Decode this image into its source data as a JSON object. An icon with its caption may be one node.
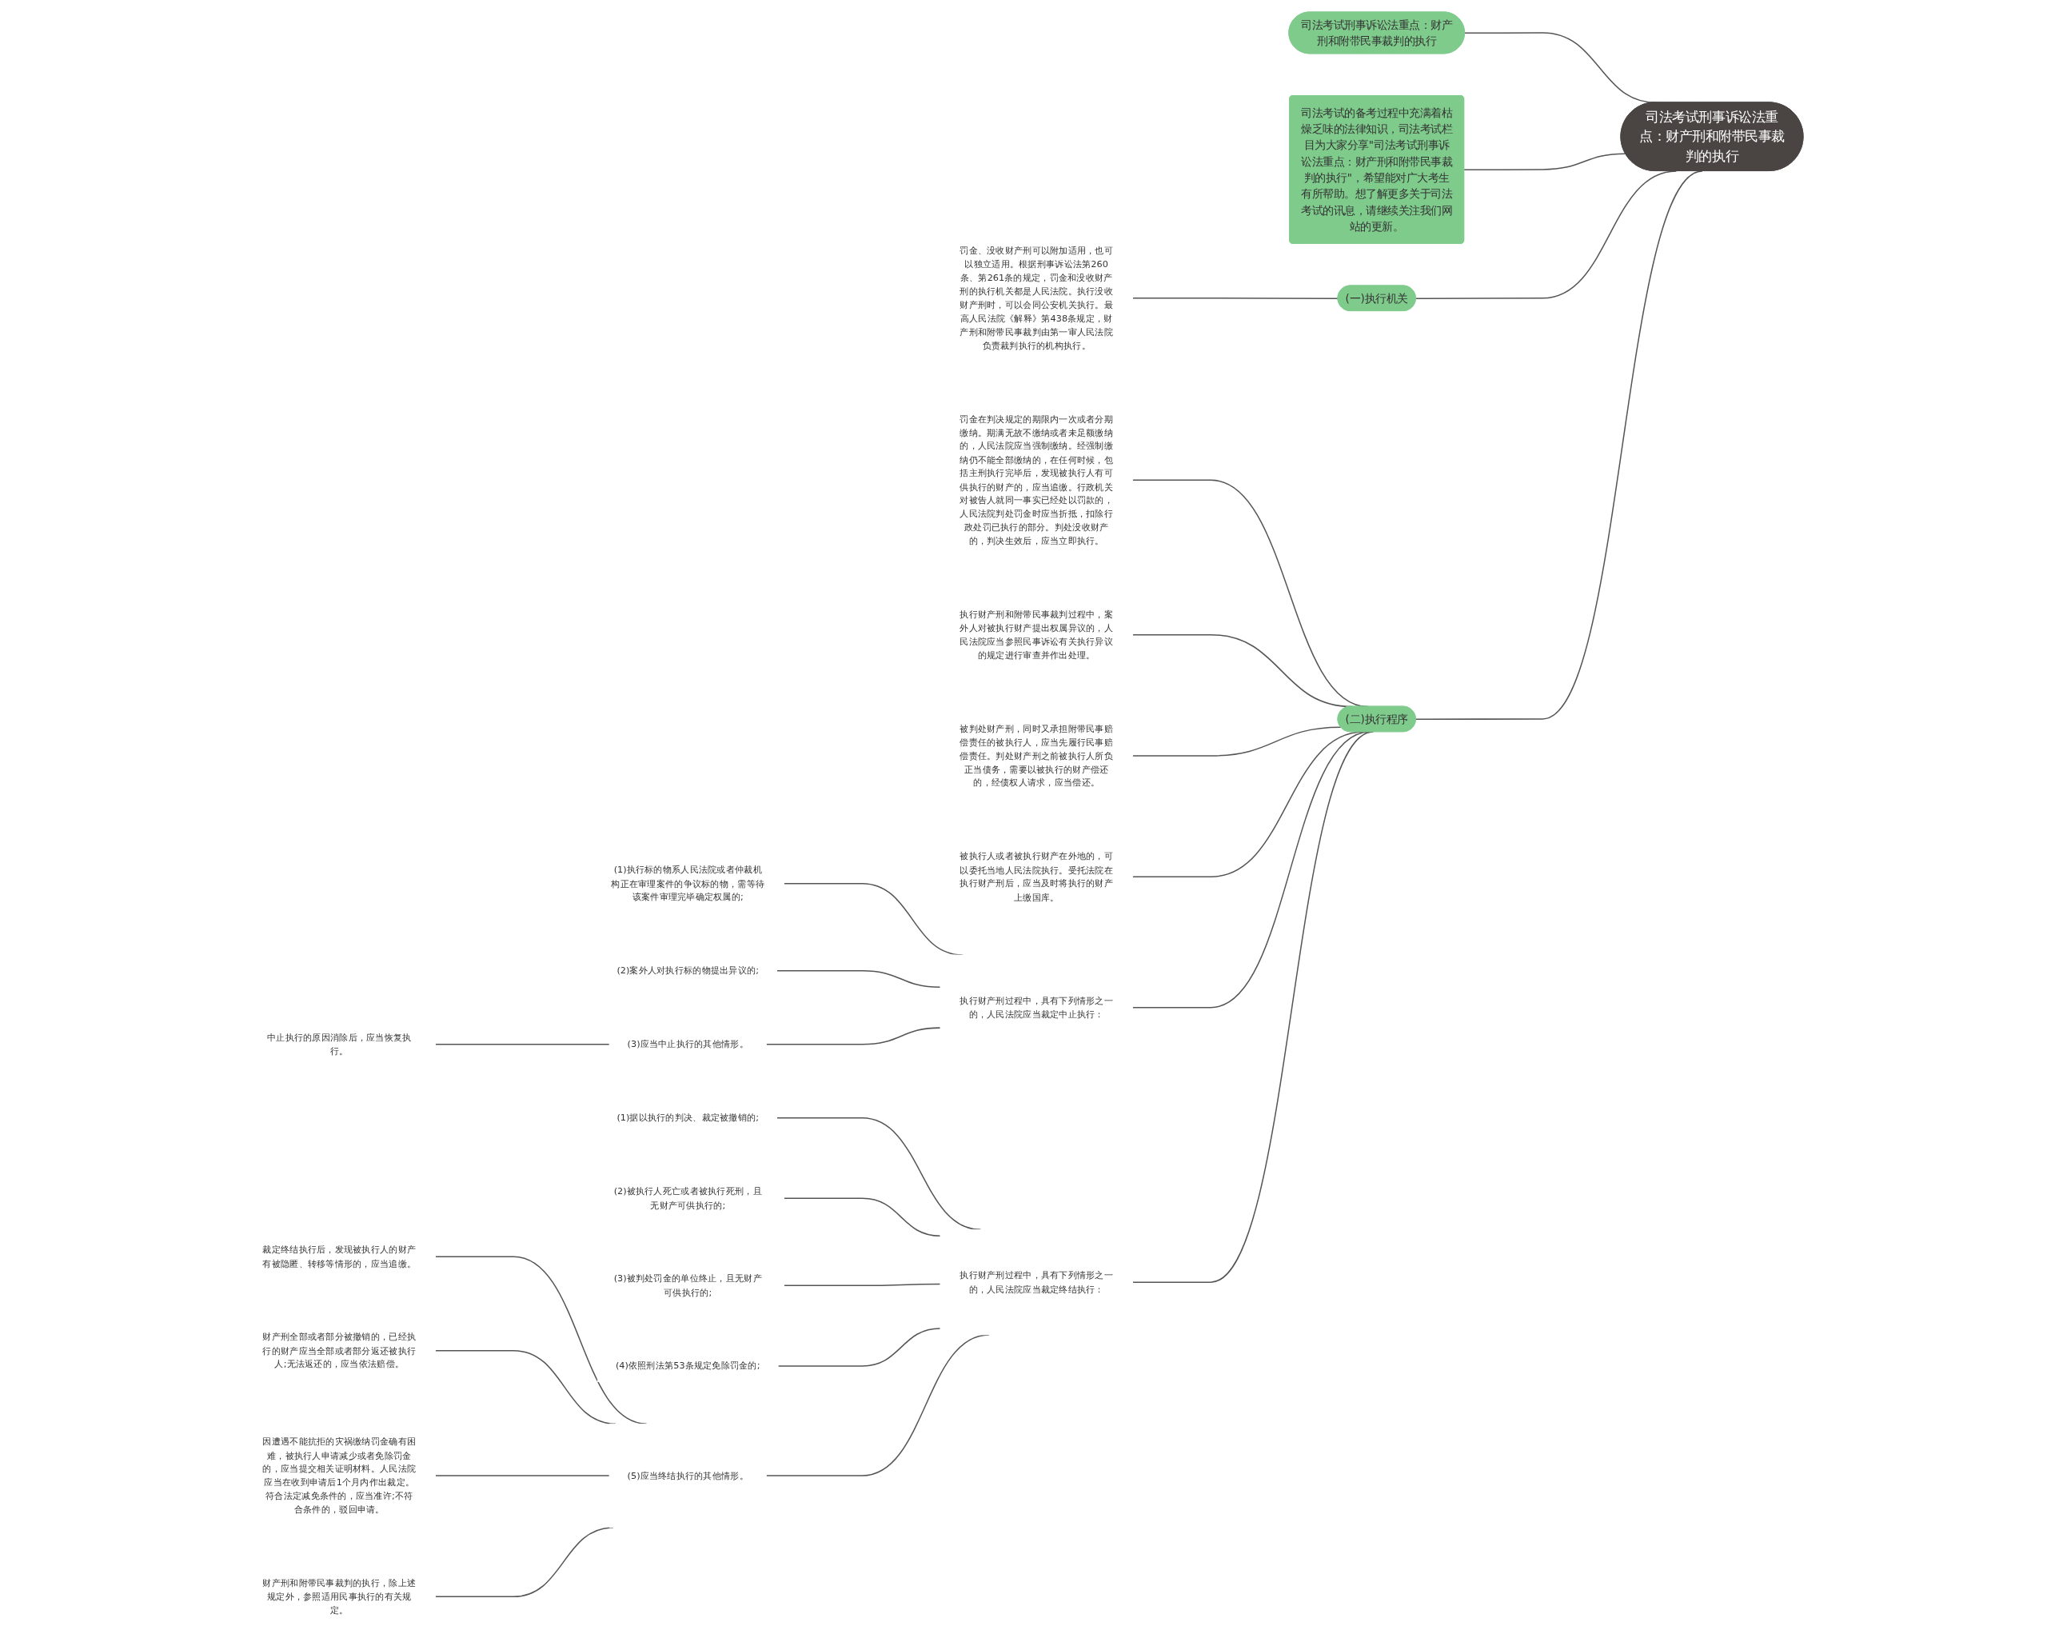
{
  "diagram": {
    "nodes": [
      {
        "text": [
          "司法考试刑事诉讼法重点：财产刑和附带民事裁判的执行"
        ]
      },
      {
        "text": [
          "司法考试刑事诉讼法重点：财产刑和附带民事裁判的执行"
        ]
      },
      {
        "text": [
          "司法考试的备考过程中充满着枯燥乏味的法律知识，司法考试栏目为大家分享\"司法考试刑事诉讼法重点：财产刑和附带民事裁判的执行\"，希望能对广大考生有所帮助。想了解更多关于司法考试的讯息，请继续关注我们网站的更新。"
        ]
      },
      {
        "text": [
          "(一)执行机关"
        ]
      },
      {
        "text": [
          "罚金、没收财产刑可以附加适用，也可以独立适用。根据刑事诉讼法第260条、第261条的规定，罚金和没收财产刑的执行机关都是人民法院。执行没收财产刑时，可以会同公安机关执行。最高人民法院《解释》第438条规定，财产刑和附带民事裁判由第一审人民法院负责裁判执行的机构执行。"
        ]
      },
      {
        "text": [
          "(二)执行程序"
        ]
      },
      {
        "text": [
          "罚金在判决规定的期限内一次或者分期缴纳。期满无故不缴纳或者未足额缴纳的，人民法院应当强制缴纳。经强制缴纳仍不能全部缴纳的，在任何时候，包括主刑执行完毕后，发现被执行人有可供执行的财产的，应当追缴。行政机关对被告人就同一事实已经处以罚款的，人民法院判处罚金时应当折抵，扣除行政处罚已执行的部分。判处没收财产的，判决生效后，应当立即执行。"
        ]
      },
      {
        "text": [
          "执行财产刑和附带民事裁判过程中，案外人对被执行财产提出权属异议的，人民法院应当参照民事诉讼有关执行异议的规定进行审查并作出处理。"
        ]
      },
      {
        "text": [
          "被判处财产刑，同时又承担附带民事赔偿责任的被执行人，应当先履行民事赔偿责任。判处财产刑之前被执行人所负正当债务，需要以被执行的财产偿还的，经债权人请求，应当偿还。"
        ]
      },
      {
        "text": [
          "被执行人或者被执行财产在外地的，可以委托当地人民法院执行。受托法院在执行财产刑后，应当及时将执行的财产上缴国库。"
        ]
      },
      {
        "text": [
          "执行财产刑过程中，具有下列情形之一的，人民法院应当裁定中止执行："
        ]
      },
      {
        "text": [
          "(1)执行标的物系人民法院或者仲裁机构正在审理案件的争议标的物，需等待该案件审理完毕确定权属的;"
        ]
      },
      {
        "text": [
          "(2)案外人对执行标的物提出异议的;"
        ]
      },
      {
        "text": [
          "(3)应当中止执行的其他情形。"
        ]
      },
      {
        "text": [
          "中止执行的原因消除后，应当恢复执行。"
        ]
      },
      {
        "text": [
          "执行财产刑过程中，具有下列情形之一的，人民法院应当裁定终结执行："
        ]
      },
      {
        "text": [
          "(1)据以执行的判决、裁定被撤销的;"
        ]
      },
      {
        "text": [
          "(2)被执行人死亡或者被执行死刑，且无财产可供执行的;"
        ]
      },
      {
        "text": [
          "(3)被判处罚金的单位终止，且无财产可供执行的;"
        ]
      },
      {
        "text": [
          "(4)依照刑法第53条规定免除罚金的;"
        ]
      },
      {
        "text": [
          "(5)应当终结执行的其他情形。"
        ]
      },
      {
        "text": [
          "裁定终结执行后，发现被执行人的财产有被隐匿、转移等情形的，应当追缴。"
        ]
      },
      {
        "text": [
          "财产刑全部或者部分被撤销的，已经执行的财产应当全部或者部分返还被执行人;无法返还的，应当依法赔偿。"
        ]
      },
      {
        "text": [
          "因遭遇不能抗拒的灾祸缴纳罚金确有困难，被执行人申请减少或者免除罚金的，应当提交相关证明材料。人民法院应当在收到申请后1个月内作出裁定。符合法定减免条件的，应当准许;不符合条件的，驳回申请。"
        ]
      },
      {
        "text": [
          "财产刑和附带民事裁判的执行，除上述规定外，参照适用民事执行的有关规定。"
        ]
      }
    ],
    "edges": [
      {
        "from": 0,
        "to": 1,
        "arrow": "none"
      },
      {
        "from": 0,
        "to": 2,
        "arrow": "none"
      },
      {
        "from": 0,
        "to": 3,
        "arrow": "none"
      },
      {
        "from": 3,
        "to": 4,
        "arrow": "none"
      },
      {
        "from": 0,
        "to": 5,
        "arrow": "none"
      },
      {
        "from": 5,
        "to": 6,
        "arrow": "none"
      },
      {
        "from": 5,
        "to": 7,
        "arrow": "none"
      },
      {
        "from": 5,
        "to": 8,
        "arrow": "none"
      },
      {
        "from": 5,
        "to": 9,
        "arrow": "none"
      },
      {
        "from": 5,
        "to": 10,
        "arrow": "none"
      },
      {
        "from": 5,
        "to": 15,
        "arrow": "none"
      },
      {
        "from": 10,
        "to": 11,
        "arrow": "none"
      },
      {
        "from": 10,
        "to": 12,
        "arrow": "none"
      },
      {
        "from": 10,
        "to": 13,
        "arrow": "none"
      },
      {
        "from": 13,
        "to": 14,
        "arrow": "none"
      },
      {
        "from": 15,
        "to": 16,
        "arrow": "none"
      },
      {
        "from": 15,
        "to": 17,
        "arrow": "none"
      },
      {
        "from": 15,
        "to": 18,
        "arrow": "none"
      },
      {
        "from": 15,
        "to": 19,
        "arrow": "none"
      },
      {
        "from": 15,
        "to": 20,
        "arrow": "none"
      },
      {
        "from": 20,
        "to": 21,
        "arrow": "none"
      },
      {
        "from": 20,
        "to": 22,
        "arrow": "none"
      },
      {
        "from": 20,
        "to": 23,
        "arrow": "none"
      },
      {
        "from": 20,
        "to": 24,
        "arrow": "none"
      }
    ]
  }
}
